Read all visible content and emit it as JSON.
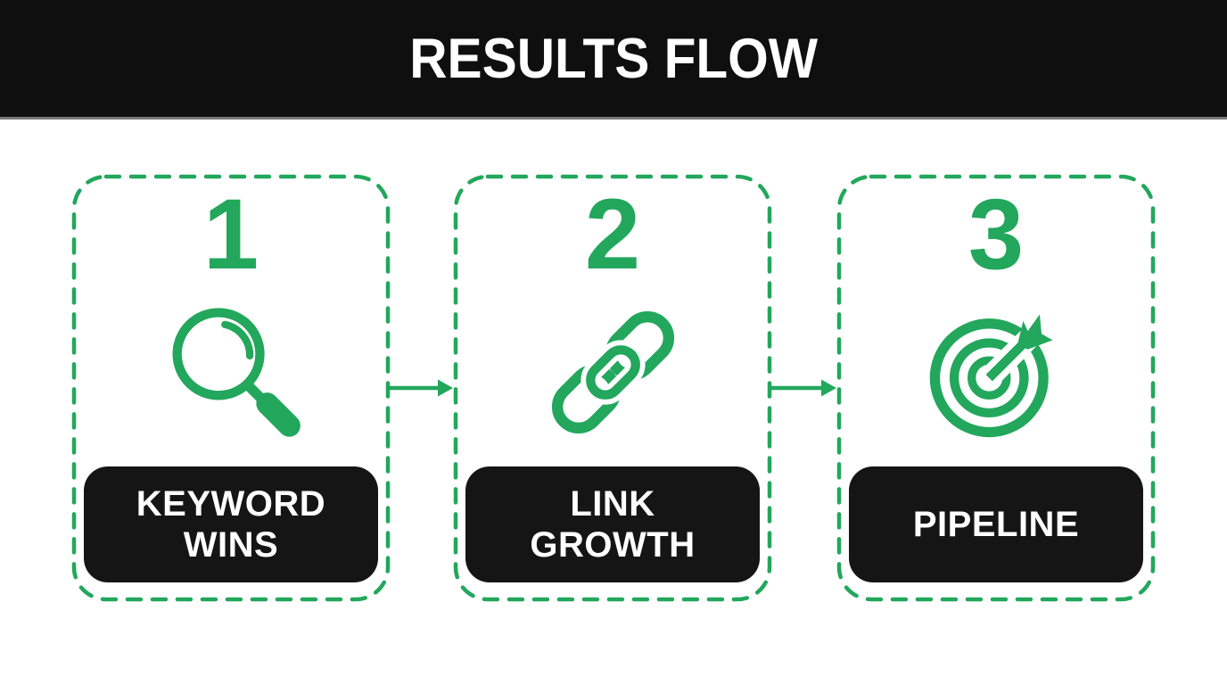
{
  "header": {
    "title": "RESULTS FLOW"
  },
  "colors": {
    "accent_green": "#22A75C",
    "header_bg": "#0F0F0F",
    "label_bg": "#151515",
    "label_text": "#FFFFFF",
    "background": "#FFFFFF"
  },
  "steps": [
    {
      "number": "1",
      "label": "KEYWORD WINS",
      "icon": "magnifier-icon"
    },
    {
      "number": "2",
      "label": "LINK GROWTH",
      "icon": "chain-link-icon"
    },
    {
      "number": "3",
      "label": "PIPELINE",
      "icon": "target-arrow-icon"
    }
  ],
  "connectors": [
    {
      "from": "1",
      "to": "2",
      "type": "arrow-right"
    },
    {
      "from": "2",
      "to": "3",
      "type": "arrow-right"
    }
  ]
}
